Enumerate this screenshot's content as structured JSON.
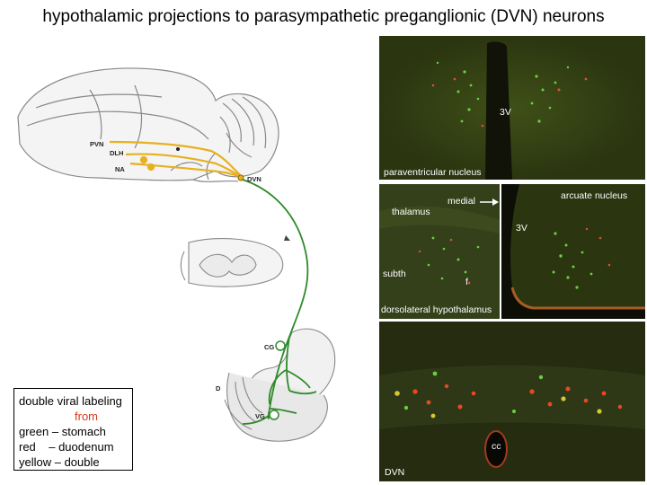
{
  "title": "hypothalamic projections to parasympathetic preganglionic (DVN) neurons",
  "diagram_labels": {
    "pvn": "PVN",
    "dlh": "DLH",
    "na": "NA",
    "dvn": "DVN",
    "cg": "CG",
    "vg": "VG",
    "d": "D"
  },
  "panels": {
    "top": {
      "label_3v": "3V",
      "caption": "paraventricular nucleus"
    },
    "middle_left": {
      "medial": "medial",
      "thalamus": "thalamus",
      "subth": "subth",
      "f": "f",
      "caption": "dorsolateral hypothalamus"
    },
    "middle_right": {
      "label_3v": "3V",
      "caption": "arcuate nucleus"
    },
    "bottom": {
      "cc": "cc",
      "caption": "DVN"
    }
  },
  "legend": {
    "line1": "double viral labeling",
    "line2": "from",
    "line3": "green – stomach",
    "line4": "red    – duodenum",
    "line5": "yellow – double"
  },
  "colors": {
    "hypothalamic_projection": "#e8b020",
    "vagal_pathway": "#2f8a2a",
    "panel_background": "#2e3a12",
    "from_text": "#d43b1e"
  }
}
